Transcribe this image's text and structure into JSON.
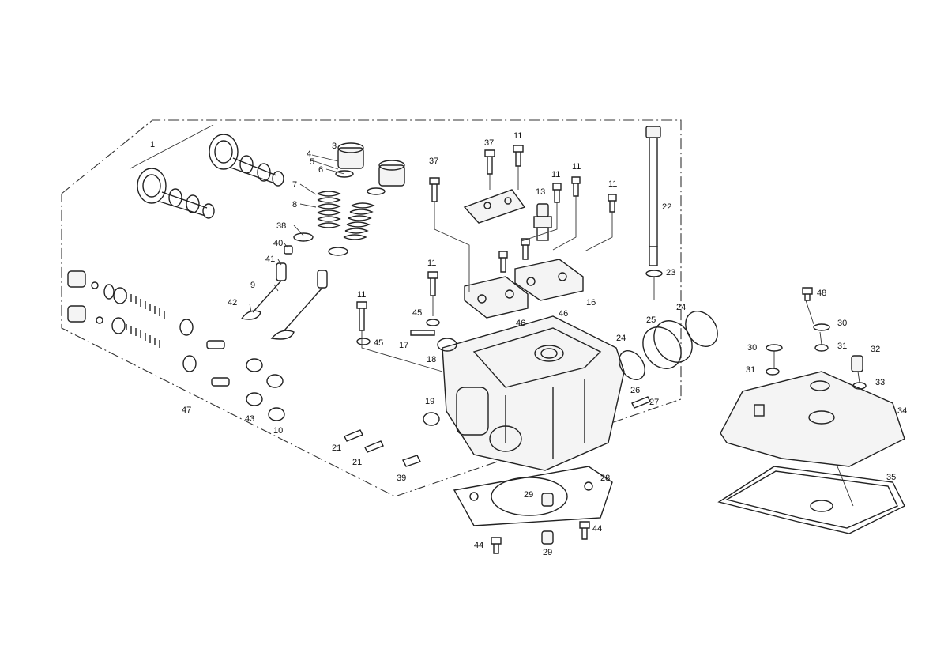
{
  "callouts": [
    {
      "id": "c1",
      "label": "1"
    },
    {
      "id": "c3",
      "label": "3"
    },
    {
      "id": "c4",
      "label": "4"
    },
    {
      "id": "c5",
      "label": "5"
    },
    {
      "id": "c6",
      "label": "6"
    },
    {
      "id": "c7",
      "label": "7"
    },
    {
      "id": "c8",
      "label": "8"
    },
    {
      "id": "c38",
      "label": "38"
    },
    {
      "id": "c40",
      "label": "40"
    },
    {
      "id": "c41",
      "label": "41"
    },
    {
      "id": "c9",
      "label": "9"
    },
    {
      "id": "c42",
      "label": "42"
    },
    {
      "id": "c47",
      "label": "47"
    },
    {
      "id": "c43",
      "label": "43"
    },
    {
      "id": "c10",
      "label": "10"
    },
    {
      "id": "c37a",
      "label": "37"
    },
    {
      "id": "c37b",
      "label": "37"
    },
    {
      "id": "c11a",
      "label": "11"
    },
    {
      "id": "c11b",
      "label": "11"
    },
    {
      "id": "c11c",
      "label": "11"
    },
    {
      "id": "c11d",
      "label": "11"
    },
    {
      "id": "c11e",
      "label": "11"
    },
    {
      "id": "c11f",
      "label": "11"
    },
    {
      "id": "c13",
      "label": "13"
    },
    {
      "id": "c22",
      "label": "22"
    },
    {
      "id": "c23",
      "label": "23"
    },
    {
      "id": "c16",
      "label": "16"
    },
    {
      "id": "c45a",
      "label": "45"
    },
    {
      "id": "c45b",
      "label": "45"
    },
    {
      "id": "c46a",
      "label": "46"
    },
    {
      "id": "c46b",
      "label": "46"
    },
    {
      "id": "c17",
      "label": "17"
    },
    {
      "id": "c18",
      "label": "18"
    },
    {
      "id": "c19",
      "label": "19"
    },
    {
      "id": "c24a",
      "label": "24"
    },
    {
      "id": "c24b",
      "label": "24"
    },
    {
      "id": "c25",
      "label": "25"
    },
    {
      "id": "c26",
      "label": "26"
    },
    {
      "id": "c27",
      "label": "27"
    },
    {
      "id": "c28",
      "label": "28"
    },
    {
      "id": "c29a",
      "label": "29"
    },
    {
      "id": "c29b",
      "label": "29"
    },
    {
      "id": "c44a",
      "label": "44"
    },
    {
      "id": "c44b",
      "label": "44"
    },
    {
      "id": "c21a",
      "label": "21"
    },
    {
      "id": "c21b",
      "label": "21"
    },
    {
      "id": "c39",
      "label": "39"
    },
    {
      "id": "c48",
      "label": "48"
    },
    {
      "id": "c30a",
      "label": "30"
    },
    {
      "id": "c30b",
      "label": "30"
    },
    {
      "id": "c31a",
      "label": "31"
    },
    {
      "id": "c31b",
      "label": "31"
    },
    {
      "id": "c32",
      "label": "32"
    },
    {
      "id": "c33",
      "label": "33"
    },
    {
      "id": "c34",
      "label": "34"
    },
    {
      "id": "c35",
      "label": "35"
    }
  ]
}
